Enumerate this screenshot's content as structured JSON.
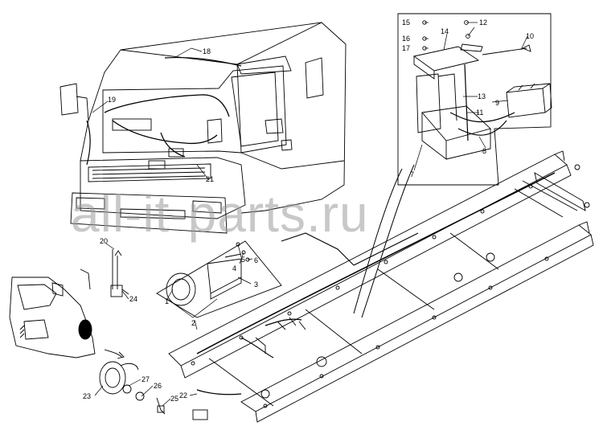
{
  "diagram": {
    "watermark": "all-it-parts.ru",
    "callouts": [
      {
        "id": "c1",
        "text": "1"
      },
      {
        "id": "c2",
        "text": "2"
      },
      {
        "id": "c3",
        "text": "3"
      },
      {
        "id": "c4",
        "text": "4"
      },
      {
        "id": "c5",
        "text": "5"
      },
      {
        "id": "c6",
        "text": "6"
      },
      {
        "id": "c7",
        "text": "7"
      },
      {
        "id": "c8",
        "text": "8"
      },
      {
        "id": "c9",
        "text": "9"
      },
      {
        "id": "c10",
        "text": "10"
      },
      {
        "id": "c11",
        "text": "11"
      },
      {
        "id": "c12",
        "text": "12"
      },
      {
        "id": "c13",
        "text": "13"
      },
      {
        "id": "c14",
        "text": "14"
      },
      {
        "id": "c15",
        "text": "15"
      },
      {
        "id": "c16",
        "text": "16"
      },
      {
        "id": "c17",
        "text": "17"
      },
      {
        "id": "c18",
        "text": "18"
      },
      {
        "id": "c19",
        "text": "19"
      },
      {
        "id": "c20",
        "text": "20"
      },
      {
        "id": "c21",
        "text": "21"
      },
      {
        "id": "c22",
        "text": "22"
      },
      {
        "id": "c23",
        "text": "23"
      },
      {
        "id": "c24",
        "text": "24"
      },
      {
        "id": "c25",
        "text": "25"
      },
      {
        "id": "c26",
        "text": "26"
      },
      {
        "id": "c27",
        "text": "27"
      }
    ]
  },
  "colors": {
    "line": "#000000",
    "watermark": "#9a9a9a",
    "background": "#ffffff"
  }
}
